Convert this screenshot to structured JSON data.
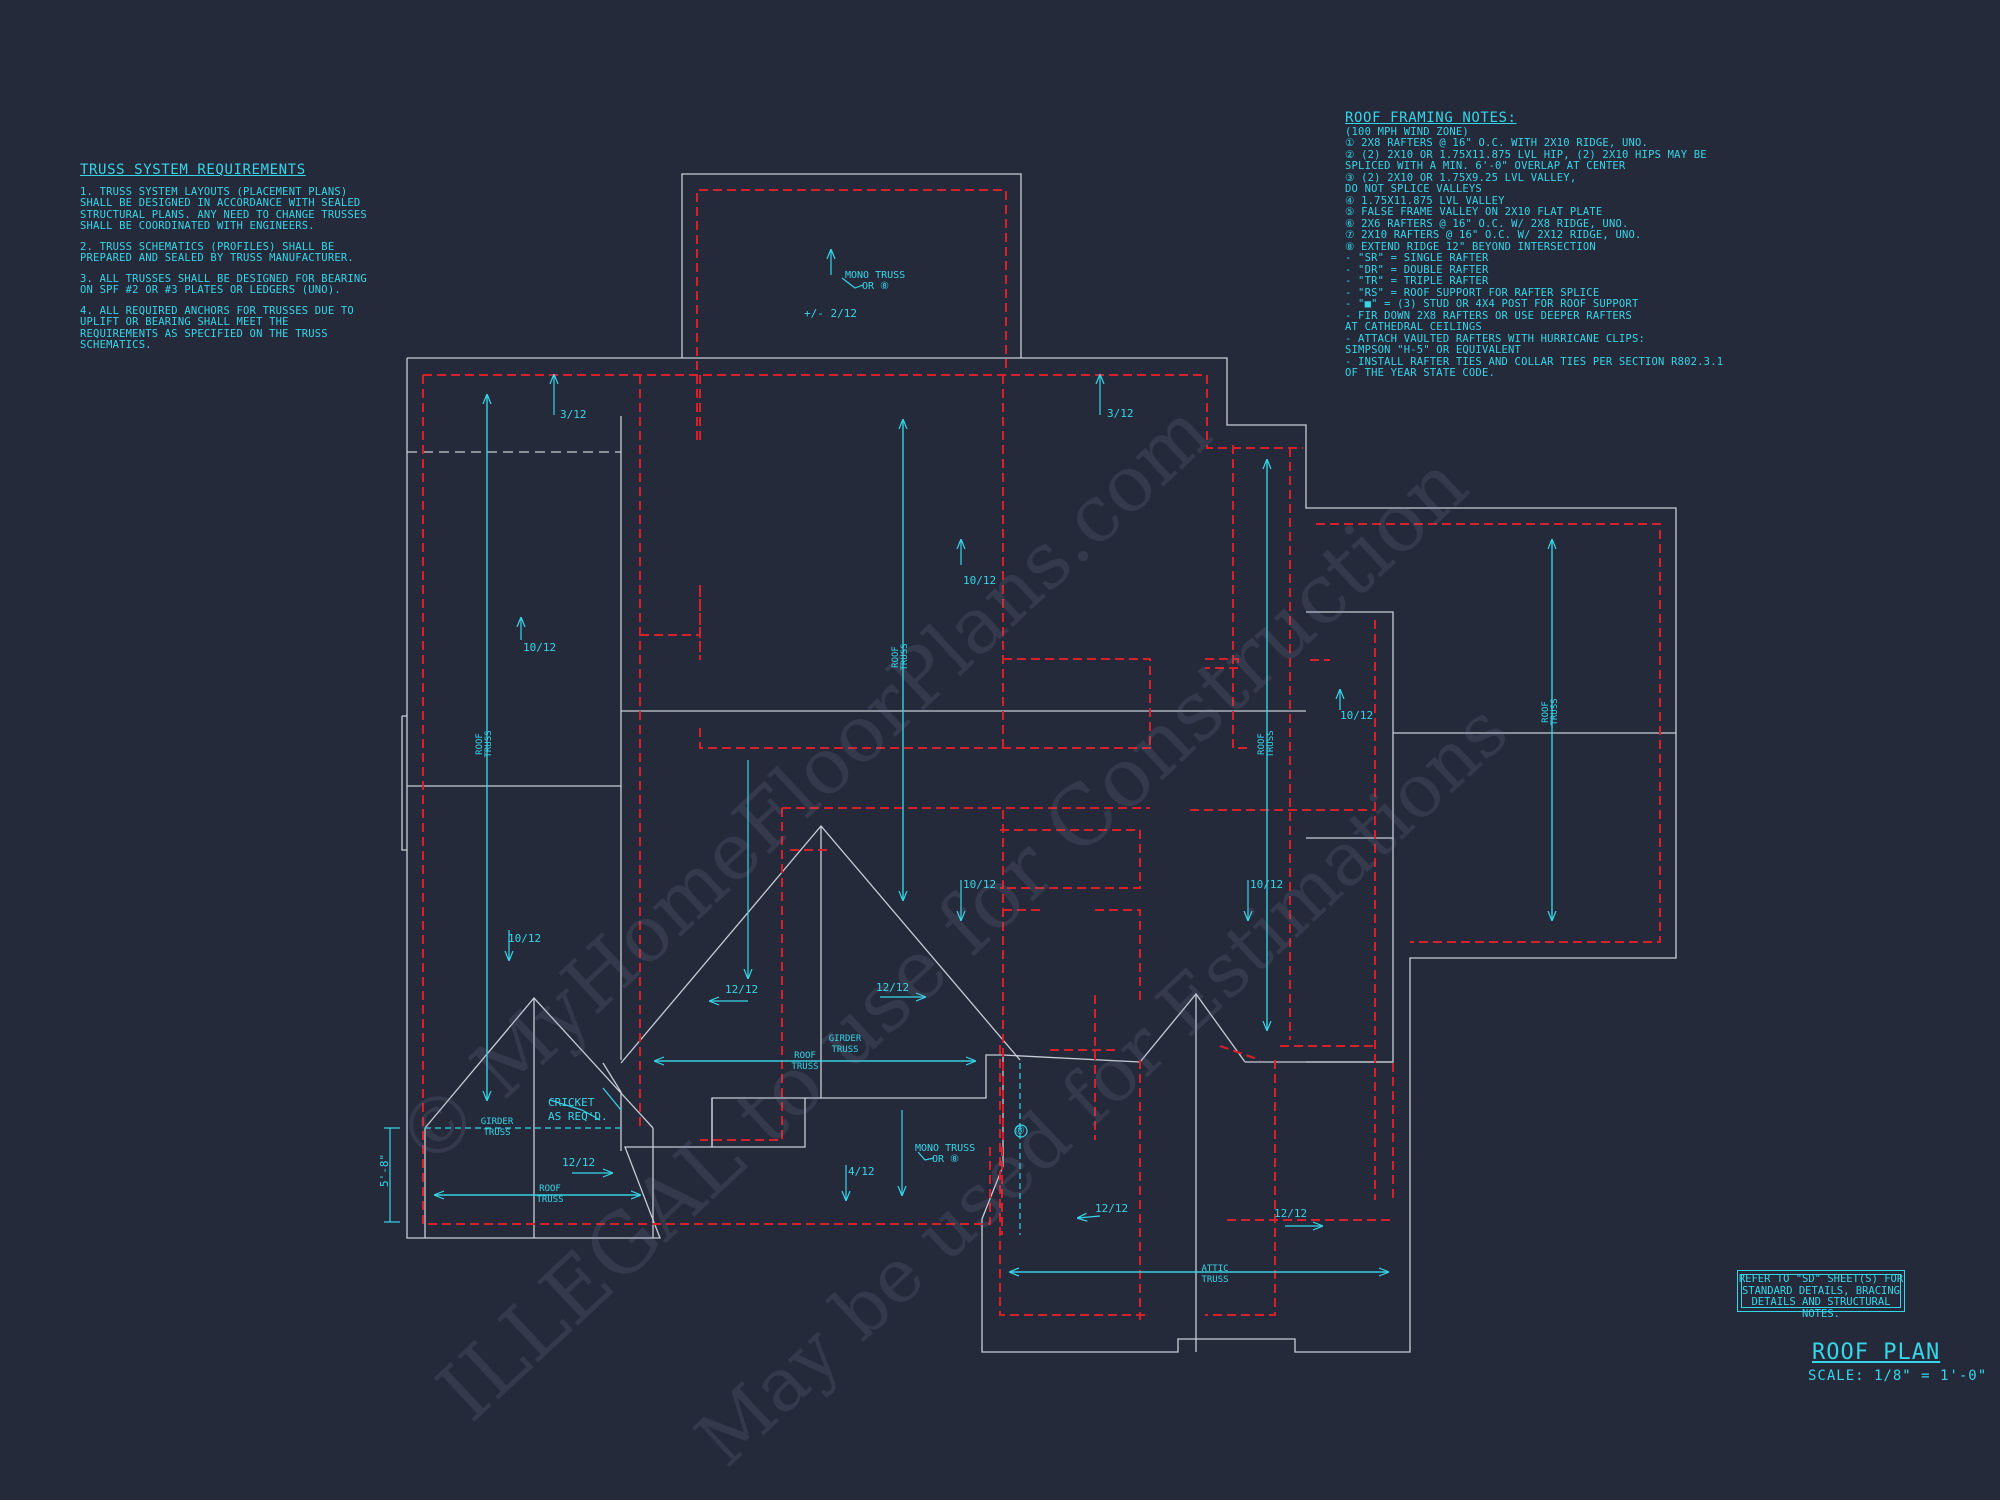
{
  "watermark": {
    "line1": "© MyHomeFloorPlans.com",
    "line2": "ILLEGAL to use for Construction",
    "line3": "May be used for Estimations"
  },
  "truss_requirements": {
    "title": "TRUSS SYSTEM REQUIREMENTS",
    "items": [
      "1. TRUSS SYSTEM LAYOUTS (PLACEMENT PLANS) SHALL BE DESIGNED IN ACCORDANCE WITH SEALED STRUCTURAL PLANS. ANY NEED TO CHANGE TRUSSES SHALL BE COORDINATED WITH ENGINEERS.",
      "2. TRUSS SCHEMATICS (PROFILES) SHALL BE PREPARED AND SEALED BY TRUSS MANUFACTURER.",
      "3. ALL TRUSSES SHALL BE DESIGNED FOR BEARING ON SPF #2 OR #3 PLATES OR LEDGERS (UNO).",
      "4. ALL REQUIRED ANCHORS FOR TRUSSES DUE TO UPLIFT OR BEARING SHALL MEET THE REQUIREMENTS AS SPECIFIED ON THE TRUSS SCHEMATICS."
    ]
  },
  "framing_notes": {
    "title": "ROOF FRAMING NOTES:",
    "lines": [
      "(100 MPH WIND ZONE)",
      "① 2x8 RAFTERS @ 16\" O.C. WITH 2x10 RIDGE, UNO.",
      "② (2) 2x10 OR 1.75x11.875 LVL HIP, (2) 2x10 HIPS MAY BE",
      "   SPLICED WITH A MIN. 6'-0\" OVERLAP AT CENTER",
      "③ (2) 2x10 OR 1.75x9.25 LVL VALLEY,",
      "   DO NOT SPLICE VALLEYS",
      "④ 1.75x11.875 LVL VALLEY",
      "⑤ FALSE FRAME VALLEY ON 2x10 FLAT PLATE",
      "⑥ 2x6 RAFTERS @ 16\" O.C. W/ 2x8 RIDGE, UNO.",
      "⑦ 2x10 RAFTERS @ 16\" O.C. W/ 2x12 RIDGE, UNO.",
      "⑧ EXTEND RIDGE 12\" BEYOND INTERSECTION",
      "- \"SR\" = SINGLE RAFTER",
      "- \"DR\" = DOUBLE RAFTER",
      "- \"TR\" = TRIPLE RAFTER",
      "- \"RS\" = ROOF SUPPORT FOR RAFTER SPLICE",
      "- \"■\" = (3) STUD OR 4x4 POST FOR ROOF SUPPORT",
      "- FIR DOWN 2x8 RAFTERS OR USE DEEPER RAFTERS",
      "  AT CATHEDRAL CEILINGS",
      "- ATTACH VAULTED RAFTERS WITH HURRICANE CLIPS:",
      "  SIMPSON \"H-5\" OR EQUIVALENT",
      "- INSTALL RAFTER TIES AND COLLAR TIES PER SECTION R802.3.1",
      "  OF THE YEAR STATE CODE."
    ]
  },
  "refer_note": "REFER TO \"SD\" SHEET(S) FOR STANDARD DETAILS, BRACING DETAILS AND STRUCTURAL NOTES.",
  "plan_title": "ROOF PLAN",
  "plan_scale": "SCALE: 1/8\" = 1'-0\"",
  "labels": {
    "mono_truss_top": "MONO TRUSS",
    "or_top": "OR ⑧",
    "pitch_2": "+/- 2/12",
    "pitch_3_left": "3/12",
    "pitch_3_right": "3/12",
    "pitch_10_a": "10/12",
    "pitch_10_b": "10/12",
    "pitch_10_c": "10/12",
    "pitch_10_d": "10/12",
    "pitch_10_e": "10/12",
    "pitch_10_f": "10/12",
    "pitch_12_a": "12/12",
    "pitch_12_b": "12/12",
    "pitch_12_c": "12/12",
    "pitch_12_d": "12/12",
    "pitch_12_e": "12/12",
    "pitch_4": "4/12",
    "roof_truss": "ROOF TRUSS",
    "girder_truss": "GIRDER TRUSS",
    "cricket": "CRICKET AS REQ'D.",
    "mono_truss_bottom": "MONO TRUSS",
    "or_bottom": "OR ⑧",
    "attic_truss": "ATTIC TRUSS",
    "dim_5_8": "5'-8\"",
    "marker_8": "⑧"
  },
  "colors": {
    "background": "#252a3b",
    "outline": "#c8ccd6",
    "framing_red": "#d8202a",
    "annotation_cyan": "#34d6e8"
  }
}
